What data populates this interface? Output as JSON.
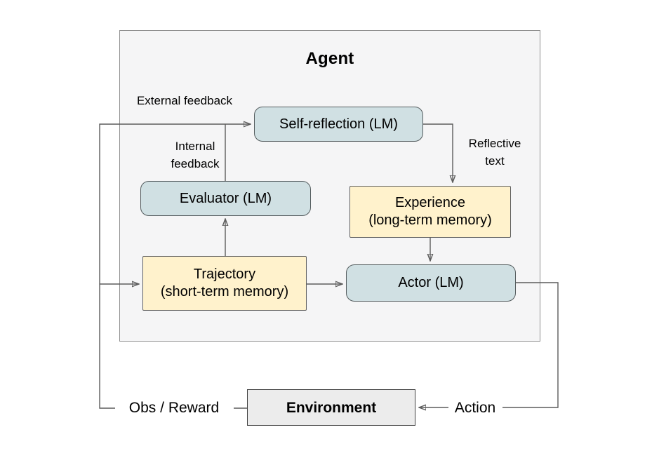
{
  "diagram": {
    "title": "Agent",
    "boxes": {
      "self_reflection": "Self-reflection (LM)",
      "evaluator": "Evaluator (LM)",
      "actor": "Actor (LM)",
      "experience": "Experience\n(long-term memory)",
      "trajectory": "Trajectory\n(short-term memory)",
      "environment": "Environment"
    },
    "labels": {
      "external_feedback": "External feedback",
      "internal_feedback": "Internal\nfeedback",
      "reflective_text": "Reflective\ntext",
      "obs_reward": "Obs / Reward",
      "action": "Action"
    },
    "colors": {
      "lm_box_fill": "#d0e0e3",
      "memory_box_fill": "#fff2cc",
      "agent_fill": "#f5f5f6",
      "environment_fill": "#ececec",
      "connector": "#5c5c5c"
    }
  }
}
